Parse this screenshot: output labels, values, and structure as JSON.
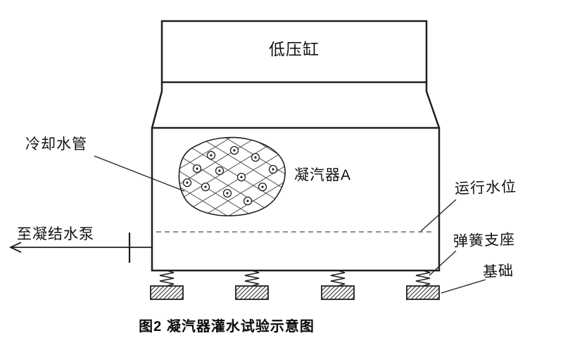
{
  "figure": {
    "caption": "图2 凝汽器灌水试验示意图",
    "labels": {
      "low_pressure_cylinder": "低压缸",
      "condenser_a": "凝汽器A",
      "cooling_water_pipe": "冷却水管",
      "to_condensate_pump": "至凝结水泵",
      "operating_water_level": "运行水位",
      "spring_support": "弹簧支座",
      "foundation": "基础"
    },
    "colors": {
      "line": "#1f1f1f",
      "background": "#ffffff"
    }
  }
}
